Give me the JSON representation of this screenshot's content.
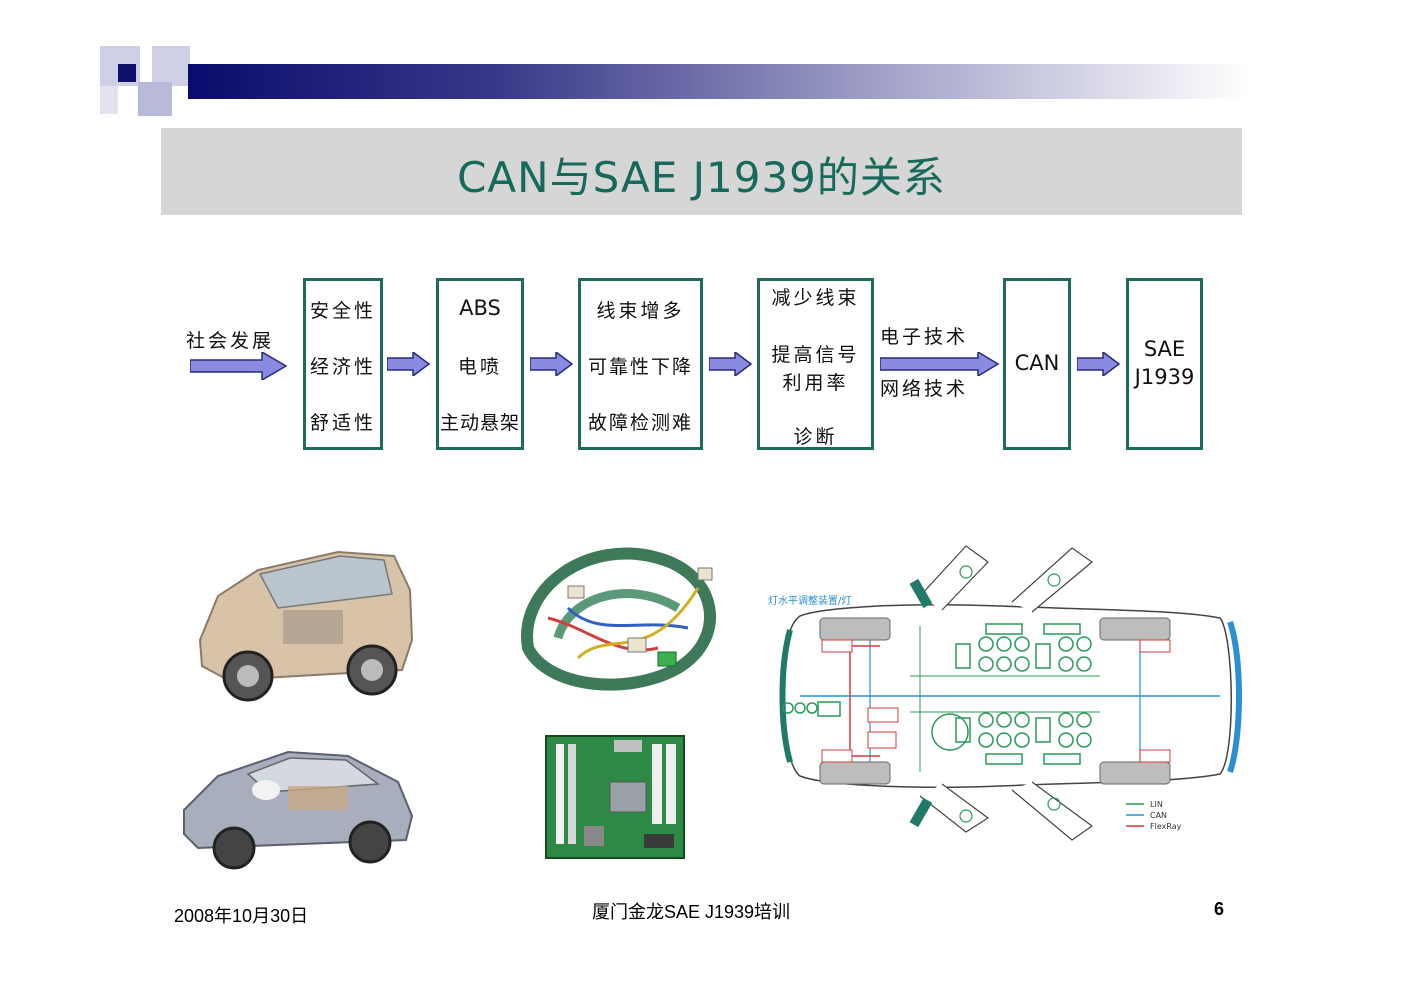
{
  "title": "CAN与SAE J1939的关系",
  "flow": {
    "start_label": "社会发展",
    "box1": [
      "安全性",
      "经济性",
      "舒适性"
    ],
    "box2": [
      "ABS",
      "电喷",
      "主动悬架"
    ],
    "box3": [
      "线束增多",
      "可靠性下降",
      "故障检测难"
    ],
    "box4": [
      "减少线束",
      "提高信号",
      "利用率",
      "诊断"
    ],
    "arrow_label_top": "电子技术",
    "arrow_label_bottom": "网络技术",
    "box5": "CAN",
    "box6": [
      "SAE",
      "J1939"
    ]
  },
  "diagram": {
    "caption": "灯水平调整装置/灯",
    "legend": [
      "LIN",
      "CAN",
      "FlexRay"
    ],
    "colors": {
      "LIN": "#2a9a5a",
      "CAN": "#2b8fd4",
      "FlexRay": "#d43a3a"
    }
  },
  "footer": {
    "date": "2008年10月30日",
    "center": "厦门金龙SAE J1939培训",
    "page": "6"
  },
  "colors": {
    "accent": "#1f6a5c",
    "title": "#166a5c",
    "arrow_fill": "#8a8ae0",
    "bar": "#0b0b6e"
  }
}
